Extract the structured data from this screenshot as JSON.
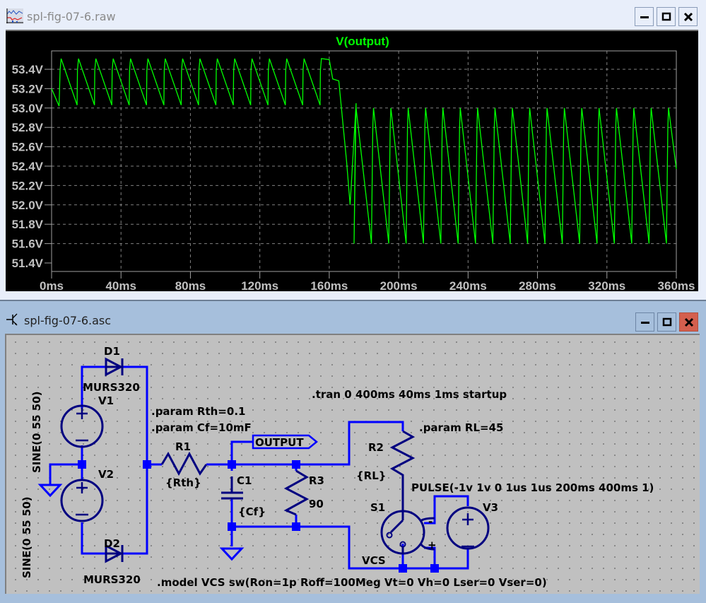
{
  "plot_window": {
    "title": "spl-fig-07-6.raw",
    "icon": "waveform-viewer-icon",
    "buttons": {
      "minimize": "minimize-icon",
      "maximize": "maximize-icon",
      "close": "close-icon"
    }
  },
  "schematic_window": {
    "title": "spl-fig-07-6.asc",
    "icon": "transistor-schematic-icon",
    "buttons": {
      "minimize": "minimize-icon",
      "maximize": "maximize-icon",
      "close": "close-icon"
    },
    "colors": {
      "wire": "#0000ff",
      "component": "#000080",
      "background": "#c0c0c0",
      "close_button": "#d45f4e"
    },
    "components": {
      "D1": {
        "ref": "D1",
        "value": "MURS320"
      },
      "D2": {
        "ref": "D2",
        "value": "MURS320"
      },
      "V1": {
        "ref": "V1",
        "value": "SINE(0 55 50)"
      },
      "V2": {
        "ref": "V2",
        "value": "SINE(0 55 50)"
      },
      "R1": {
        "ref": "R1",
        "value": "{Rth}"
      },
      "C1": {
        "ref": "C1",
        "value": "{Cf}"
      },
      "R3": {
        "ref": "R3",
        "value": "90"
      },
      "R2": {
        "ref": "R2",
        "value": "{RL}"
      },
      "S1": {
        "ref": "S1",
        "value": "VCS"
      },
      "V3": {
        "ref": "V3",
        "value": "PULSE(-1v 1v 0 1us 1us 200ms 400ms 1)"
      }
    },
    "net_label": "OUTPUT",
    "directives": {
      "param_rth": ".param Rth=0.1",
      "param_cf": ".param Cf=10mF",
      "param_rl": ".param RL=45",
      "tran": ".tran 0 400ms 40ms 1ms startup",
      "model": ".model VCS sw(Ron=1p Roff=100Meg Vt=0 Vh=0 Lser=0 Vser=0)"
    },
    "switch_pins": {
      "minus": "-",
      "plus": "+"
    }
  },
  "chart_data": {
    "type": "line",
    "title": "V(output)",
    "xlabel": "",
    "ylabel": "",
    "x_unit": "ms",
    "y_unit": "V",
    "xlim": [
      0,
      360
    ],
    "ylim": [
      51.3,
      53.6
    ],
    "x_ticks": [
      "0ms",
      "40ms",
      "80ms",
      "120ms",
      "160ms",
      "200ms",
      "240ms",
      "280ms",
      "320ms",
      "360ms"
    ],
    "x_tick_values": [
      0,
      40,
      80,
      120,
      160,
      200,
      240,
      280,
      320,
      360
    ],
    "y_ticks": [
      "53.4V",
      "53.2V",
      "53.0V",
      "52.8V",
      "52.6V",
      "52.4V",
      "52.2V",
      "52.0V",
      "51.8V",
      "51.6V",
      "51.4V"
    ],
    "y_tick_values": [
      53.4,
      53.2,
      53.0,
      52.8,
      52.6,
      52.4,
      52.2,
      52.0,
      51.8,
      51.6,
      51.4
    ],
    "grid": true,
    "colors": {
      "trace": "#00ff00",
      "title": "#00ff00",
      "grid": "#808080",
      "axis_text": "#c0c0c0",
      "background": "#000000"
    },
    "series": [
      {
        "name": "V(output)",
        "description": "Full-wave rectified 100Hz sawtooth ripple; light load until ~162ms then heavy load",
        "segments": [
          {
            "t_start": 0,
            "t_end": 162,
            "period_ms": 10,
            "first_peak_ms": 5.5,
            "peak": 53.51,
            "trough": 53.03
          },
          {
            "t_start": 162,
            "t_end": 360,
            "period_ms": 10,
            "first_peak_ms": 165.5,
            "peak": 53.0,
            "trough": 51.6
          }
        ],
        "start_value": 53.2,
        "transition_points": [
          [
            160,
            53.5
          ],
          [
            162,
            53.3
          ],
          [
            165.5,
            53.28
          ],
          [
            170,
            52.45
          ],
          [
            172,
            52.0
          ],
          [
            175.5,
            53.05
          ]
        ]
      }
    ]
  }
}
